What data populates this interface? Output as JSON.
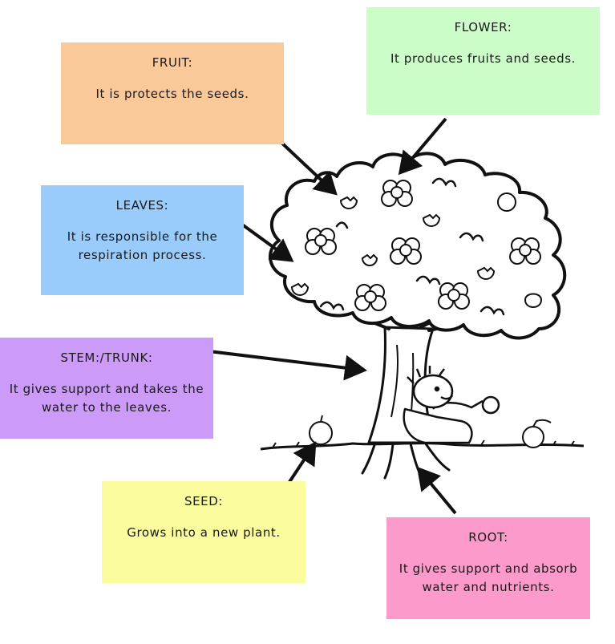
{
  "colors": {
    "fruit": "#f9c99a",
    "flower": "#ccfcc8",
    "leaves": "#99ccfb",
    "stem": "#cc9af7",
    "seed": "#fbfc9e",
    "root": "#fb9acb",
    "arrow": "#111111"
  },
  "labels": {
    "fruit": {
      "title": "FRUIT:",
      "text": "It is protects the seeds."
    },
    "flower": {
      "title": "FLOWER:",
      "text": "It produces fruits and seeds."
    },
    "leaves": {
      "title": "LEAVES:",
      "text": "It is responsible for the respiration process."
    },
    "stem": {
      "title": "STEM:/TRUNK:",
      "text": "It gives support and takes the water to the leaves."
    },
    "seed": {
      "title": "SEED:",
      "text": "Grows into a new plant."
    },
    "root": {
      "title": "ROOT:",
      "text": "It gives support and absorb water and nutrients."
    }
  },
  "illustration": {
    "subject": "apple-tree-with-boy-icon"
  }
}
